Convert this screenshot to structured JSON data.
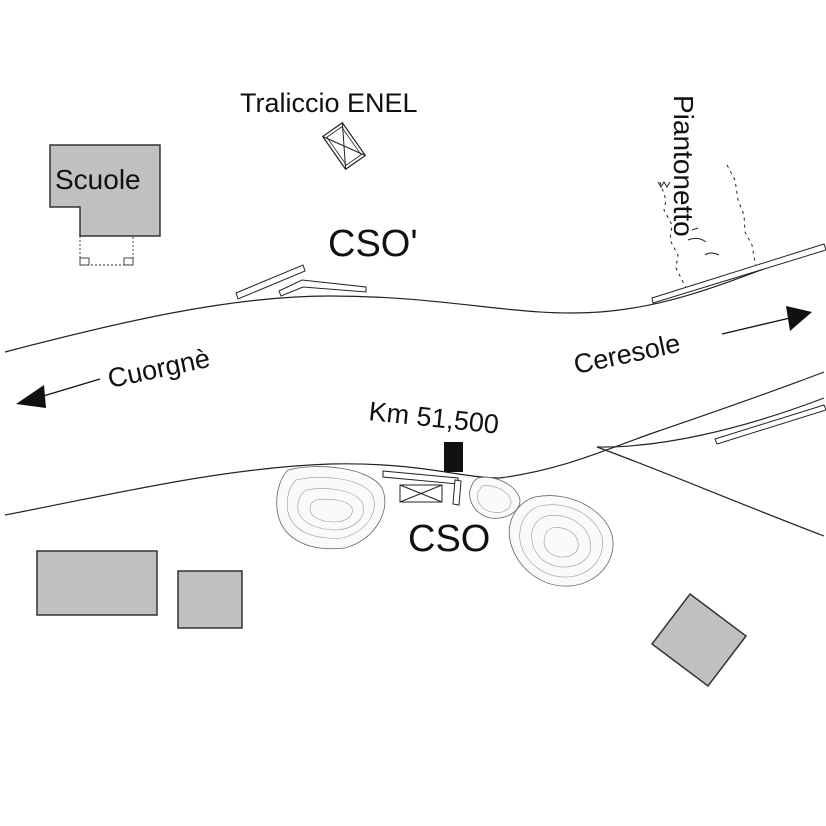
{
  "labels": {
    "traliccio": "Traliccio ENEL",
    "scuole": "Scuole",
    "cso_prime": "CSO'",
    "piantonetto": "Piantonetto",
    "cuorgne": "Cuorgnè",
    "ceresole": "Ceresole",
    "km": "Km 51,500",
    "cso": "CSO"
  },
  "colors": {
    "building_fill": "#c0c0c0",
    "line": "#222222",
    "marker": "#111111"
  },
  "icons": {
    "arrow_left": "arrow-left-icon",
    "arrow_right": "arrow-right-icon",
    "pylon": "pylon-icon"
  }
}
